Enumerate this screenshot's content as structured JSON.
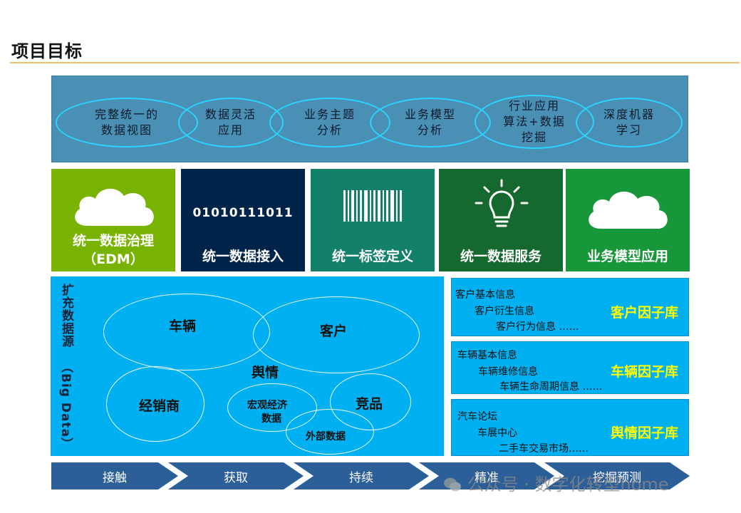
{
  "page": {
    "title": "项目目标"
  },
  "goals": [
    {
      "line1": "完整统一的",
      "line2": "数据视图",
      "line3": ""
    },
    {
      "line1": "数据灵活",
      "line2": "应用",
      "line3": ""
    },
    {
      "line1": "业务主题",
      "line2": "分析",
      "line3": ""
    },
    {
      "line1": "业务模型",
      "line2": "分析",
      "line3": ""
    },
    {
      "line1": "行业应用",
      "line2": "算法+数据",
      "line3": "挖掘"
    },
    {
      "line1": "深度机器",
      "line2": "学习",
      "line3": ""
    }
  ],
  "tiles": [
    {
      "line1": "统一数据治理",
      "line2": "（EDM）",
      "icon": "cloud-icon",
      "color": "#77b300"
    },
    {
      "line1": "统一数据接入",
      "line2": "",
      "icon_text": "01010111011",
      "icon": "binary-icon",
      "color": "#00234a"
    },
    {
      "line1": "统一标签定义",
      "line2": "",
      "icon": "barcode-icon",
      "color": "#13816a"
    },
    {
      "line1": "统一数据服务",
      "line2": "",
      "icon": "lightbulb-icon",
      "color": "#16692e"
    },
    {
      "line1": "业务模型应用",
      "line2": "",
      "icon": "cloud-icon",
      "color": "#17973a"
    }
  ],
  "bigdata": {
    "title": "扩充数据源",
    "subtitle": "（Big Data）",
    "circles": {
      "vehicle": "车辆",
      "customer": "客户",
      "sentiment": "舆情",
      "dealer": "经销商",
      "competitor": "竞品",
      "macro_line1": "宏观经济",
      "macro_line2": "数据",
      "external": "外部数据"
    }
  },
  "libraries": [
    {
      "lines": [
        "客户基本信息",
        "客户衍生信息",
        "客户行为信息 ……"
      ],
      "name": "客户因子库"
    },
    {
      "lines": [
        "车辆基本信息",
        "车辆维修信息",
        "车辆生命周期信息 ……"
      ],
      "name": "车辆因子库"
    },
    {
      "lines": [
        "汽车论坛",
        "车展中心",
        "二手车交易市场……"
      ],
      "name": "舆情因子库"
    }
  ],
  "stages": [
    "接触",
    "获取",
    "持续",
    "精准",
    "挖掘预测"
  ],
  "watermark": "公众号 · 数字化转型home",
  "colors": {
    "band": "#4a8fb4",
    "ellipse": "#2ad4ff",
    "bigdata": "#00b0f0",
    "factor_name": "#ffff00",
    "chevron": "#2c5e97"
  }
}
